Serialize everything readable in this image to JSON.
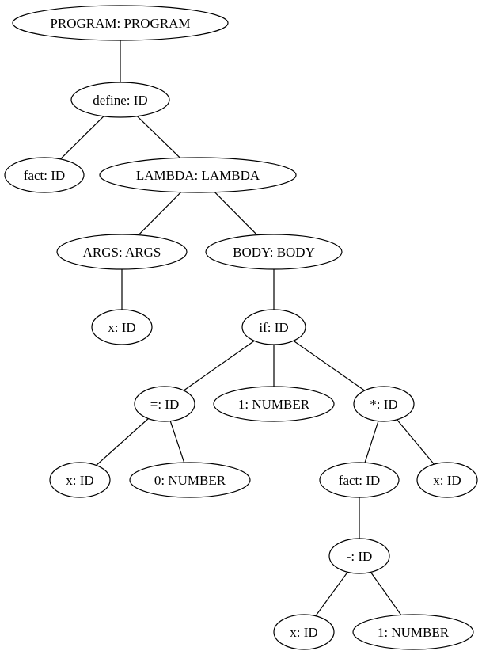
{
  "diagram": {
    "nodes": [
      {
        "id": "n0",
        "label": "PROGRAM: PROGRAM"
      },
      {
        "id": "n1",
        "label": "define: ID"
      },
      {
        "id": "n2",
        "label": "fact: ID"
      },
      {
        "id": "n3",
        "label": "LAMBDA: LAMBDA"
      },
      {
        "id": "n4",
        "label": "ARGS: ARGS"
      },
      {
        "id": "n5",
        "label": "BODY: BODY"
      },
      {
        "id": "n6",
        "label": "x: ID"
      },
      {
        "id": "n7",
        "label": "if: ID"
      },
      {
        "id": "n8",
        "label": "=: ID"
      },
      {
        "id": "n9",
        "label": "1: NUMBER"
      },
      {
        "id": "n10",
        "label": "*: ID"
      },
      {
        "id": "n11",
        "label": "x: ID"
      },
      {
        "id": "n12",
        "label": "0: NUMBER"
      },
      {
        "id": "n13",
        "label": "fact: ID"
      },
      {
        "id": "n14",
        "label": "x: ID"
      },
      {
        "id": "n15",
        "label": "-: ID"
      },
      {
        "id": "n16",
        "label": "x: ID"
      },
      {
        "id": "n17",
        "label": "1: NUMBER"
      }
    ],
    "edges": [
      {
        "from": "n0",
        "to": "n1"
      },
      {
        "from": "n1",
        "to": "n2"
      },
      {
        "from": "n1",
        "to": "n3"
      },
      {
        "from": "n3",
        "to": "n4"
      },
      {
        "from": "n3",
        "to": "n5"
      },
      {
        "from": "n4",
        "to": "n6"
      },
      {
        "from": "n5",
        "to": "n7"
      },
      {
        "from": "n7",
        "to": "n8"
      },
      {
        "from": "n7",
        "to": "n9"
      },
      {
        "from": "n7",
        "to": "n10"
      },
      {
        "from": "n8",
        "to": "n11"
      },
      {
        "from": "n8",
        "to": "n12"
      },
      {
        "from": "n10",
        "to": "n13"
      },
      {
        "from": "n10",
        "to": "n14"
      },
      {
        "from": "n13",
        "to": "n15"
      },
      {
        "from": "n15",
        "to": "n16"
      },
      {
        "from": "n15",
        "to": "n17"
      }
    ]
  }
}
